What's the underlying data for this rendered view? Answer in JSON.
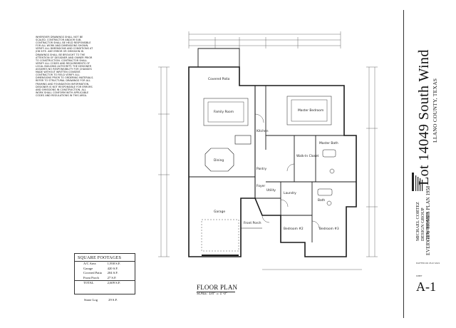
{
  "notes_text": "Wherever drawings shall not be scaled. Contractor and/or sub-contractor shall be held responsible for all work and dimensions shown. Verify all dimensions and conditions at job site. Any error or omission in drawings shall be brought to the attention of designer and owner prior to construction. Contractor shall verify all codes and requirements of local building authority. The designer assumes no responsibility for changes made without written consent. Contractor to field verify all dimensions prior to ordering materials. Refer to structural drawings for all framing and foundation information. Designer is not responsible for errors and omissions in construction. All work shall conform with applicable codes and regulations in this area.",
  "project": {
    "lot_title": "Lot 14049 South Wind",
    "county": "LLANO COUNTY, TEXAS",
    "designer_name": "MICHAEL CORTEZ",
    "designer_group": "DESIGN GROUP",
    "designer_phone": "(210) 860-6920",
    "plan_number": "EVERVIEW HOMES PLAN 1958",
    "sheet_number": "A-1",
    "date_label": "PLOTTED ON: 05-07-2021",
    "sheet_label": "SHEET"
  },
  "drawing": {
    "title": "FLOOR PLAN",
    "scale": "SCALE: 1/4\" = 1'-0\""
  },
  "rooms": [
    {
      "name": "Covered Patio"
    },
    {
      "name": "Family Room"
    },
    {
      "name": "Master Bedroom"
    },
    {
      "name": "Kitchen"
    },
    {
      "name": "Dining"
    },
    {
      "name": "Master Bath"
    },
    {
      "name": "Garage"
    },
    {
      "name": "Utility"
    },
    {
      "name": "Bedroom #2"
    },
    {
      "name": "Bedroom #3"
    },
    {
      "name": "Bath"
    },
    {
      "name": "Front Porch"
    },
    {
      "name": "Foyer"
    },
    {
      "name": "Walk-In Closet"
    },
    {
      "name": "Pantry"
    },
    {
      "name": "Laundry"
    }
  ],
  "square_footages": {
    "header": "SQUARE FOOTAGES",
    "rows": [
      {
        "label": "A/C Area",
        "value": "1,958 S.F."
      },
      {
        "label": "Garage",
        "value": "420 S.F."
      },
      {
        "label": "Covered Patio",
        "value": "204 S.F."
      },
      {
        "label": "Front Porch",
        "value": "27 S.F."
      }
    ],
    "total": {
      "label": "TOTAL",
      "value": "2,609 S.F."
    }
  },
  "stone_log": {
    "label": "Stone Log",
    "value": "29 S.F."
  },
  "colors": {
    "ink": "#111111",
    "line": "#333333",
    "paper": "#ffffff"
  }
}
